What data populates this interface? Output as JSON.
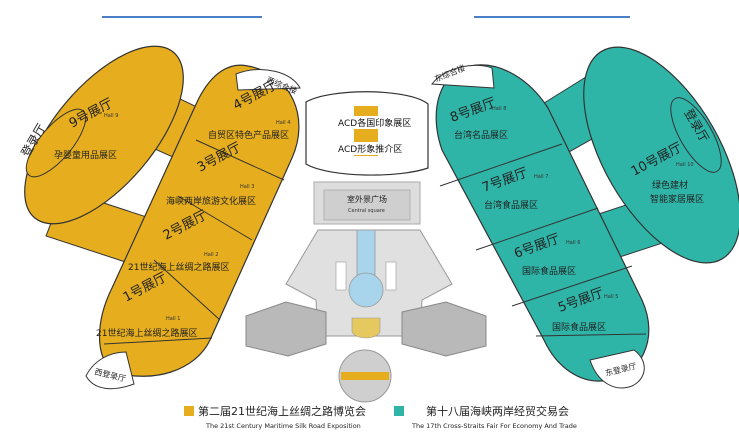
{
  "map": {
    "colors": {
      "silk_road": "#e6ae1e",
      "cross_straits": "#2fb5a8",
      "outline": "#333333",
      "header_line": "#4a7fc8",
      "plaza": "#e0e0e0",
      "building_gray": "#b9b9b9",
      "water": "#a8d4ec"
    },
    "left_halls": [
      {
        "name": "1号展厅",
        "en": "Hall 1",
        "desc": "21世纪海上丝绸之路展区"
      },
      {
        "name": "2号展厅",
        "en": "Hall 2",
        "desc": "21世纪海上丝绸之路展区"
      },
      {
        "name": "3号展厅",
        "en": "Hall 3",
        "desc": "海峡两岸旅游文化展区"
      },
      {
        "name": "4号展厅",
        "en": "Hall 4",
        "desc": "自贸区特色产品展区"
      },
      {
        "name": "9号展厅",
        "en": "Hall 9",
        "desc": "孕婴童用品展区"
      }
    ],
    "right_halls": [
      {
        "name": "5号展厅",
        "en": "Hall 5",
        "desc": "国际食品展区"
      },
      {
        "name": "6号展厅",
        "en": "Hall 6",
        "desc": "国际食品展区"
      },
      {
        "name": "7号展厅",
        "en": "Hall 7",
        "desc": "台湾食品展区"
      },
      {
        "name": "8号展厅",
        "en": "Hall 8",
        "desc": "台湾名品展区"
      },
      {
        "name": "10号展厅",
        "en": "Hall 10",
        "desc": "绿色建材",
        "desc2": "智能家居展区"
      }
    ],
    "lobbies": {
      "west_lobby_big": "登录厅",
      "east_lobby_big": "登录厅",
      "west_rooftop": "西综合楼",
      "east_rooftop": "东综合楼",
      "west_gate": "西登录厅",
      "east_gate": "东登录厅"
    },
    "acd": {
      "line1": "ACD各国印象展区",
      "line2": "ACD形象推介区"
    },
    "central_square": {
      "zh": "室外景广场",
      "en": "Central square"
    },
    "legend": [
      {
        "zh": "第二届21世纪海上丝绸之路博览会",
        "en": "The 21st Century Maritime Silk Road Exposition",
        "color": "#e6ae1e"
      },
      {
        "zh": "第十八届海峡两岸经贸交易会",
        "en": "The 17th Cross-Straits Fair For Economy And Trade",
        "color": "#2fb5a8"
      }
    ]
  }
}
